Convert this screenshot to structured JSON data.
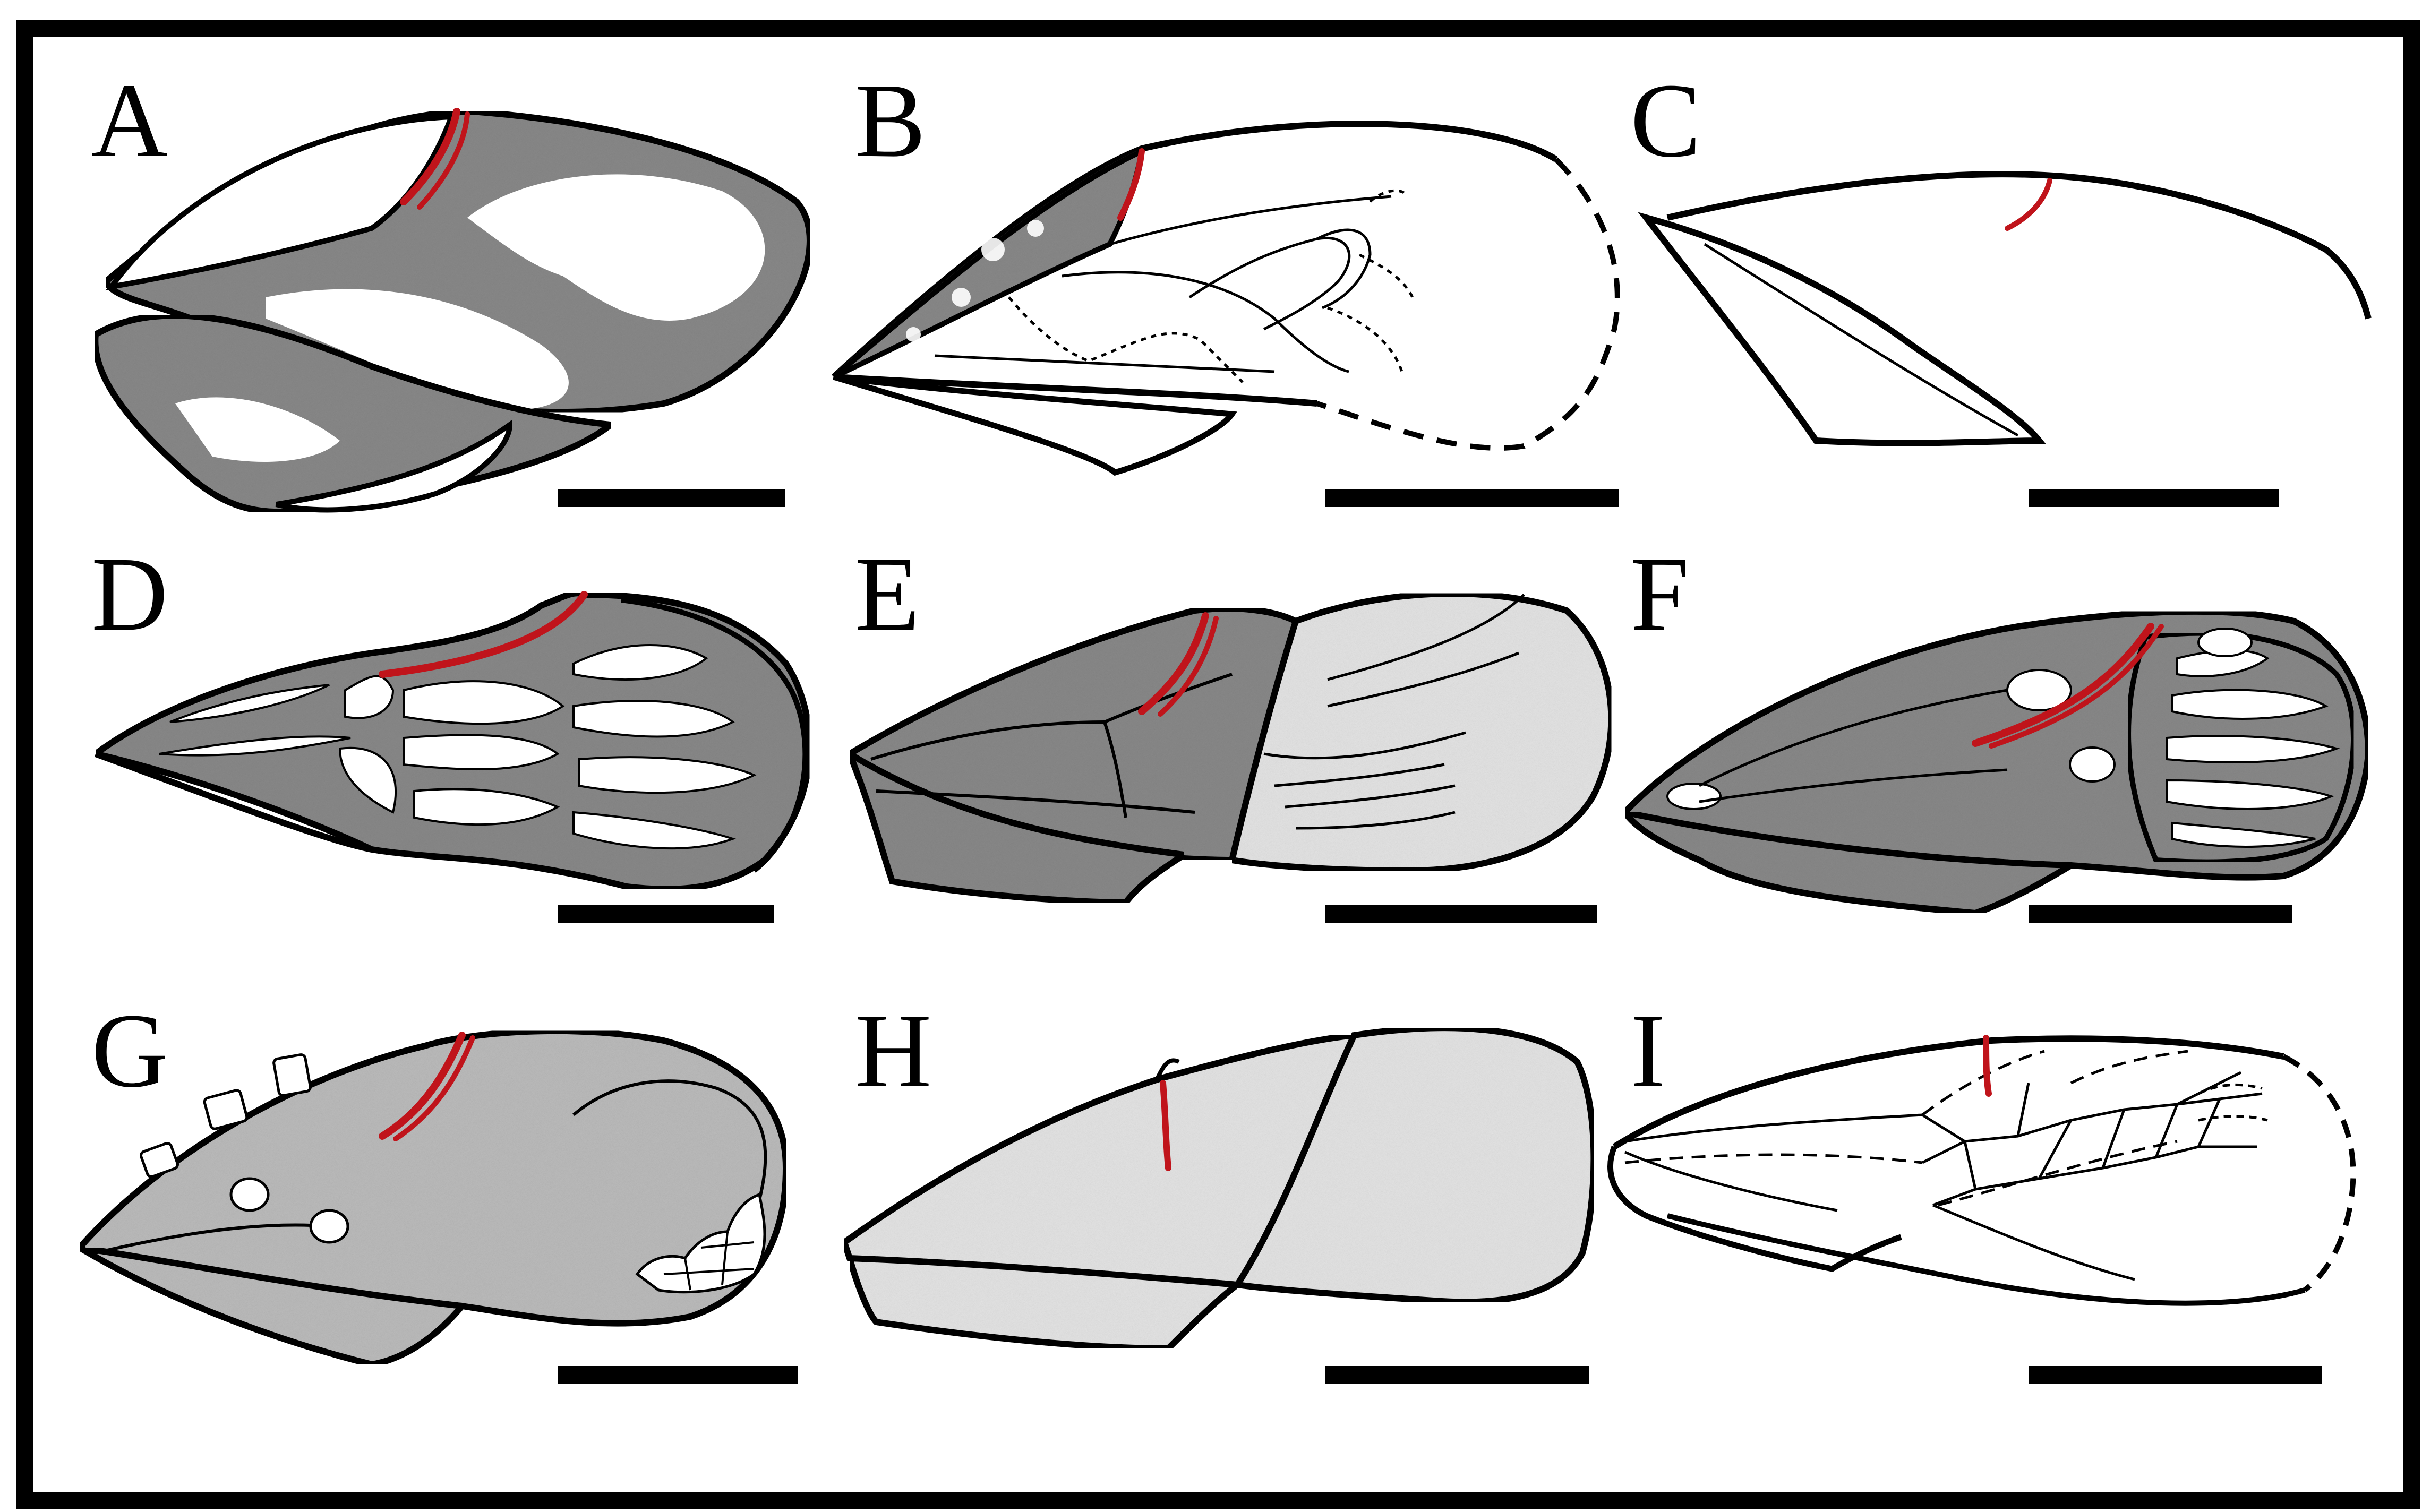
{
  "panels": [
    {
      "id": "A",
      "label": "A"
    },
    {
      "id": "B",
      "label": "B"
    },
    {
      "id": "C",
      "label": "C"
    },
    {
      "id": "D",
      "label": "D"
    },
    {
      "id": "E",
      "label": "E"
    },
    {
      "id": "F",
      "label": "F"
    },
    {
      "id": "G",
      "label": "G"
    },
    {
      "id": "H",
      "label": "H"
    },
    {
      "id": "I",
      "label": "I"
    }
  ],
  "colors": {
    "outline": "#000000",
    "highlight_vein": "#c0141b",
    "dark_fill": "#8a8a8a",
    "light_fill": "#e6e6e6",
    "mid_fill": "#bdbdbd"
  }
}
